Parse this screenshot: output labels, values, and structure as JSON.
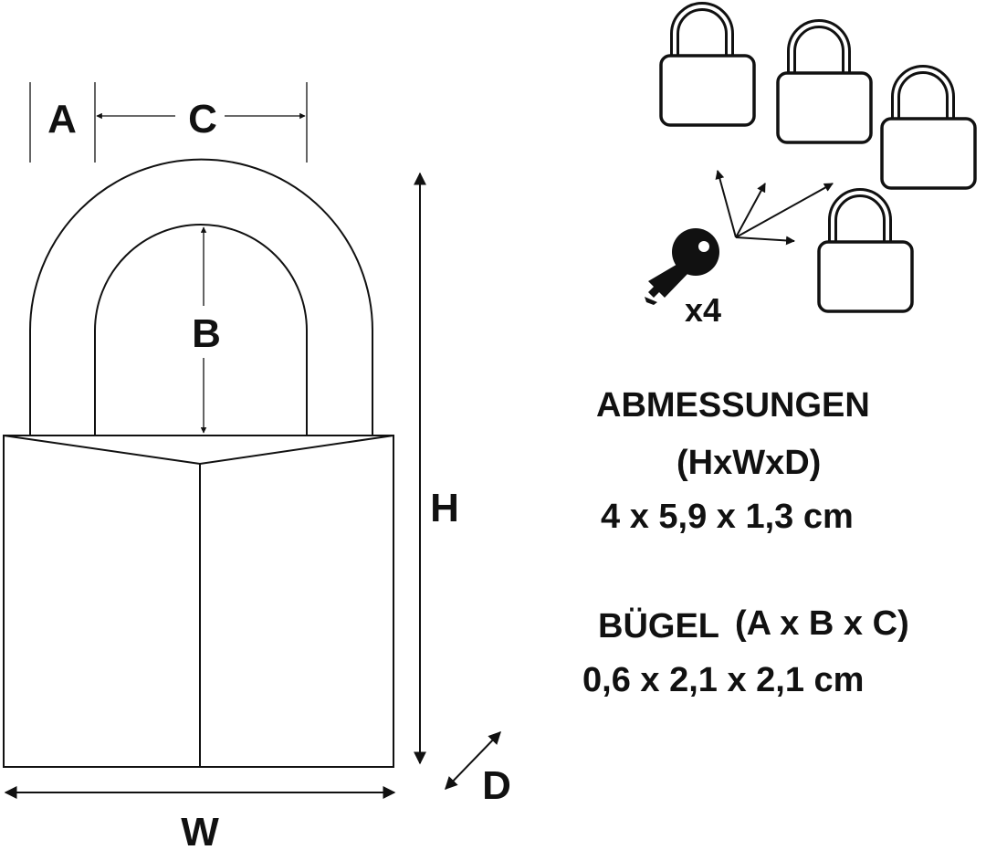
{
  "dimension_labels": {
    "a": "A",
    "b": "B",
    "c": "C",
    "h": "H",
    "w": "W",
    "d": "D"
  },
  "keys": {
    "icon": "key-icon",
    "count_label": "x4"
  },
  "lock_group": {
    "icon": "padlock-icon",
    "count": 4
  },
  "dimensions": {
    "title": "ABMESSUNGEN",
    "format": "(HxWxD)",
    "value": "4 x 5,9 x 1,3 cm"
  },
  "shackle": {
    "title": "BÜGEL",
    "format": "(A x B x C)",
    "value": "0,6 x 2,1 x 2,1 cm"
  },
  "colors": {
    "line": "#111111",
    "background": "#ffffff"
  }
}
